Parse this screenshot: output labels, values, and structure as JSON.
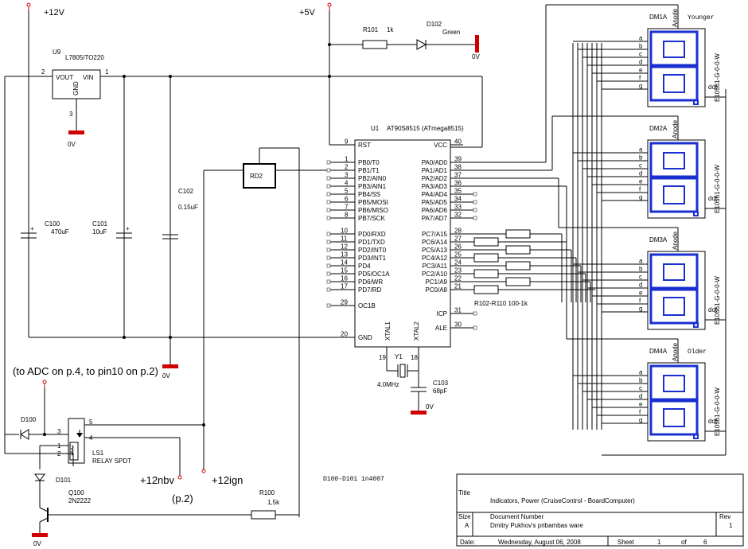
{
  "power": {
    "v12": "+12V",
    "v5": "+5V",
    "zero_v": "0V"
  },
  "regulator": {
    "ref": "U9",
    "part": "L7805/TO220",
    "vout": "VOUT",
    "vin": "VIN",
    "gnd": "GND",
    "pin_out": "2",
    "pin_in": "1",
    "pin_gnd": "3"
  },
  "capacitors": {
    "c100_ref": "C100",
    "c100_val": "470uF",
    "c101_ref": "C101",
    "c101_val": "10uF",
    "c102_ref": "C102",
    "c102_val": "0.15uF",
    "c103_ref": "C103",
    "c103_val": "68pF"
  },
  "led": {
    "r101_ref": "R101",
    "r101_val": "1k",
    "d102_ref": "D102",
    "d102_val": "Green"
  },
  "mcu": {
    "ref": "U1",
    "part": "AT90S8515 (ATmega8515)",
    "left_pins": [
      {
        "num": "9",
        "label": "RST"
      },
      {
        "num": "1",
        "label": "PB0/T0"
      },
      {
        "num": "2",
        "label": "PB1/T1"
      },
      {
        "num": "3",
        "label": "PB2/AIN0"
      },
      {
        "num": "4",
        "label": "PB3/AIN1"
      },
      {
        "num": "5",
        "label": "PB4/SS"
      },
      {
        "num": "6",
        "label": "PB5/MOSI"
      },
      {
        "num": "7",
        "label": "PB6/MISO"
      },
      {
        "num": "8",
        "label": "PB7/SCK"
      },
      {
        "num": "10",
        "label": "PD0/RXD"
      },
      {
        "num": "11",
        "label": "PD1/TXD"
      },
      {
        "num": "12",
        "label": "PD2/INT0"
      },
      {
        "num": "13",
        "label": "PD3/INT1"
      },
      {
        "num": "14",
        "label": "PD4"
      },
      {
        "num": "15",
        "label": "PD5/OC1A"
      },
      {
        "num": "16",
        "label": "PD6/WR"
      },
      {
        "num": "17",
        "label": "PD7/RD"
      },
      {
        "num": "29",
        "label": "OC1B"
      },
      {
        "num": "20",
        "label": "GND"
      }
    ],
    "right_pins": [
      {
        "num": "40",
        "label": "VCC"
      },
      {
        "num": "39",
        "label": "PA0/AD0"
      },
      {
        "num": "38",
        "label": "PA1/AD1"
      },
      {
        "num": "37",
        "label": "PA2/AD2"
      },
      {
        "num": "36",
        "label": "PA3/AD3"
      },
      {
        "num": "35",
        "label": "PA4/AD4"
      },
      {
        "num": "34",
        "label": "PA5/AD5"
      },
      {
        "num": "33",
        "label": "PA6/AD6"
      },
      {
        "num": "32",
        "label": "PA7/AD7"
      },
      {
        "num": "28",
        "label": "PC7/A15"
      },
      {
        "num": "27",
        "label": "PC6/A14"
      },
      {
        "num": "26",
        "label": "PC5/A13"
      },
      {
        "num": "25",
        "label": "PC4/A12"
      },
      {
        "num": "24",
        "label": "PC3/A11"
      },
      {
        "num": "23",
        "label": "PC2/A10"
      },
      {
        "num": "22",
        "label": "PC1/A9"
      },
      {
        "num": "21",
        "label": "PC0/A8"
      },
      {
        "num": "31",
        "label": "ICP"
      },
      {
        "num": "30",
        "label": "ALE"
      }
    ],
    "xtal1": "XTAL1",
    "xtal2": "XTAL2",
    "xtal1_pin": "19",
    "xtal2_pin": "18"
  },
  "crystal": {
    "ref": "Y1",
    "val": "4.0MHz"
  },
  "rd2": "RD2",
  "resistor_array": "R102-R110 100-1k",
  "displays": [
    {
      "ref": "DM1A",
      "note": "Younger"
    },
    {
      "ref": "DM2A",
      "note": ""
    },
    {
      "ref": "DM3A",
      "note": ""
    },
    {
      "ref": "DM4A",
      "note": "Older"
    }
  ],
  "display_part": "E10561-G-0-0-W",
  "display_anode": "Anode",
  "display_dot": "dot",
  "segments": [
    "a",
    "b",
    "c",
    "d",
    "e",
    "f",
    "g"
  ],
  "relay": {
    "adc_note": "(to ADC on p.4, to pin10 on p.2)",
    "ref": "LS1",
    "part": "RELAY SPDT",
    "pins": [
      "5",
      "3",
      "4",
      "1",
      "2"
    ],
    "out_nbv": "+12nbv",
    "out_ign": "+12ign",
    "page_ref": "(p.2)"
  },
  "diodes": {
    "d100": "D100",
    "d101": "D101",
    "note": "D100-D101 1n4007"
  },
  "transistor": {
    "ref": "Q100",
    "part": "2N2222"
  },
  "r100": {
    "ref": "R100",
    "val": "1,5k"
  },
  "title_block": {
    "title_label": "Title",
    "title": "Indicators, Power (CruiseControl - BoardComputer)",
    "size_label": "Size",
    "size": "A",
    "docnum_label": "Document Number",
    "docnum": "Dmitry Pukhov's pribambas ware",
    "rev_label": "Rev",
    "rev": "1",
    "date_label": "Date:",
    "date": "Wednesday, August 06, 2008",
    "sheet_label": "Sheet",
    "sheet": "1",
    "of_label": "of",
    "sheet_total": "6"
  }
}
